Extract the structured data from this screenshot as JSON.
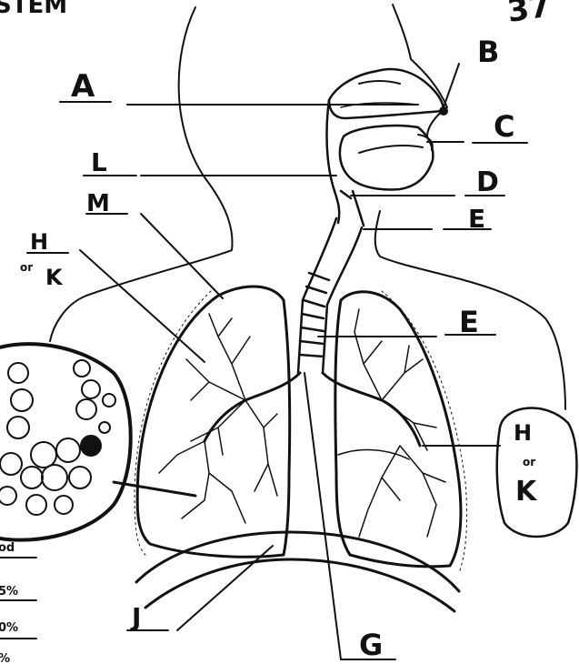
{
  "header": {
    "title_fragment": "STEM",
    "page_number": "37"
  },
  "labels": {
    "A": "A",
    "B": "B",
    "C": "C",
    "D": "D",
    "E_upper": "E",
    "E_lower": "E",
    "L": "L",
    "M": "M",
    "H_left": "H",
    "or_left": "or",
    "K_left": "K",
    "H_right": "H",
    "or_right": "or",
    "K_right": "K",
    "J": "J",
    "G": "G"
  },
  "margin_fragments": [
    "od",
    "5%",
    "0%",
    "%"
  ],
  "colors": {
    "ink": "#111111",
    "paper": "#ffffff"
  }
}
